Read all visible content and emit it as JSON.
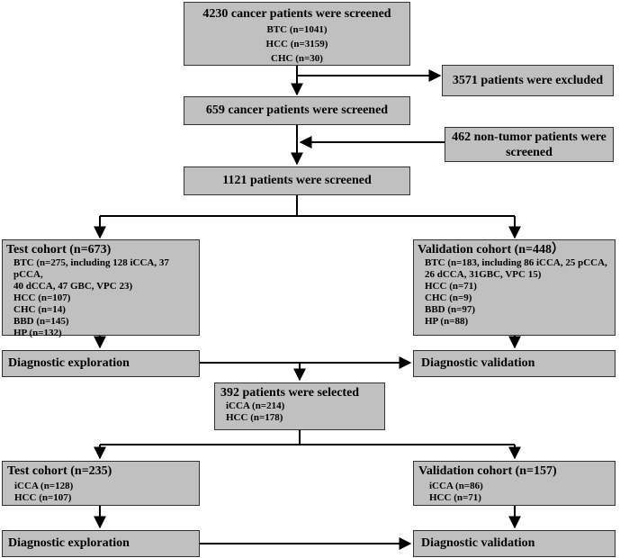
{
  "screen1": {
    "title": "4230 cancer patients were screened",
    "items": [
      "BTC (n=1041)",
      "HCC (n=3159)",
      "CHC (n=30)"
    ]
  },
  "excluded": "3571 patients were excluded",
  "screen2": "659 cancer patients were screened",
  "nontumor": {
    "line1": "462 non-tumor patients were",
    "line2": "screened"
  },
  "screen3": "1121 patients were screened",
  "test1": {
    "title": "Test cohort (n=673)",
    "items": [
      "BTC (n=275, including 128 iCCA, 37 pCCA,",
      "40 dCCA, 47 GBC, VPC 23)",
      "HCC (n=107)",
      "CHC (n=14)",
      "BBD (n=145)",
      "HP (n=132)"
    ]
  },
  "val1": {
    "title": "Validation cohort (n=448）",
    "items": [
      "BTC (n=183, including 86 iCCA, 25 pCCA,",
      "26 dCCA, 31GBC, VPC 15)",
      "HCC (n=71)",
      "CHC (n=9)",
      "BBD (n=97)",
      "HP (n=88)"
    ]
  },
  "explore1": "Diagnostic exploration",
  "validate1": "Diagnostic validation",
  "selected": {
    "title": "392 patients were selected",
    "items": [
      "iCCA (n=214)",
      "HCC (n=178)"
    ]
  },
  "test2": {
    "title": "Test cohort (n=235)",
    "items": [
      "iCCA (n=128)",
      "HCC (n=107)"
    ]
  },
  "val2": {
    "title": "Validation cohort (n=157)",
    "items": [
      "iCCA (n=86)",
      "HCC (n=71)"
    ]
  },
  "explore2": "Diagnostic exploration",
  "validate2": "Diagnostic validation",
  "colors": {
    "box_fill": "#c0c0c0",
    "border": "#333333",
    "arrow": "#000000"
  }
}
